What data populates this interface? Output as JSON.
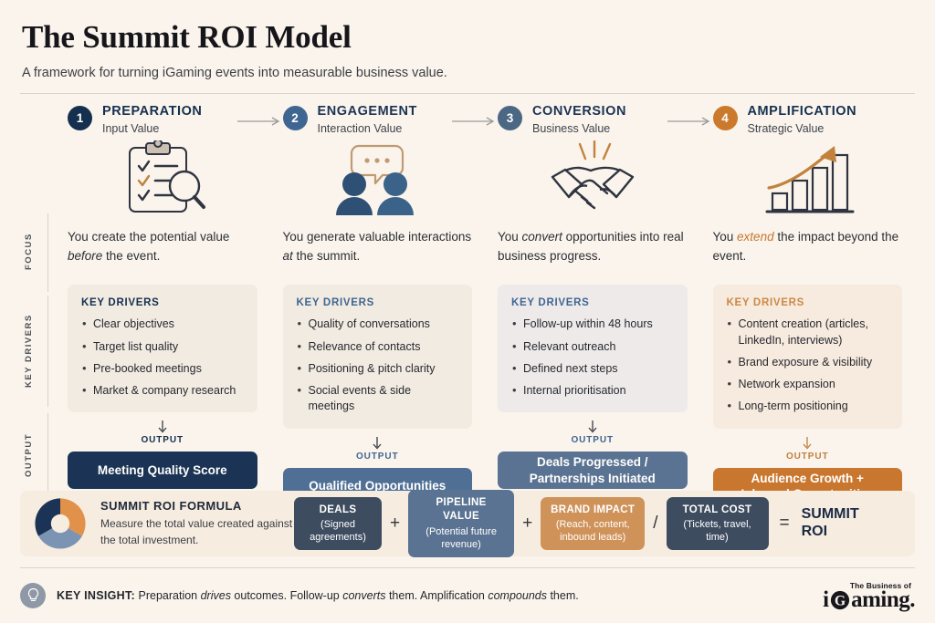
{
  "header": {
    "title": "The Summit ROI Model",
    "subtitle": "A framework for turning iGaming events into measurable business value."
  },
  "row_labels": {
    "focus": "FOCUS",
    "key_drivers": "KEY DRIVERS",
    "output": "OUTPUT"
  },
  "labels": {
    "key_drivers_heading": "KEY DRIVERS",
    "output_heading": "OUTPUT"
  },
  "colors": {
    "navy": "#1b3354",
    "steel": "#4f6f95",
    "slate": "#5b7392",
    "orange": "#c9772f",
    "page_bg": "#faf4ec",
    "card_neutral": "#f2ebe2",
    "card_warm": "#f7eade"
  },
  "stages": [
    {
      "number": "1",
      "name": "PREPARATION",
      "subtitle": "Input Value",
      "badge_color": "#15304f",
      "name_color": "#15304f",
      "icon": "clipboard-checklist-magnifier-icon",
      "focus_pre": "You create the potential value ",
      "focus_em": "before",
      "focus_post": " the event.",
      "drivers_bg": "#f2ebe2",
      "drivers_heading_color": "#15304f",
      "drivers": [
        "Clear objectives",
        "Target list quality",
        "Pre-booked meetings",
        "Market & company research"
      ],
      "output_label_color": "#15304f",
      "output_text": "Meeting Quality Score",
      "output_bg": "#1b3354"
    },
    {
      "number": "2",
      "name": "ENGAGEMENT",
      "subtitle": "Interaction Value",
      "badge_color": "#3f6691",
      "name_color": "#1b3354",
      "icon": "two-people-speech-bubble-icon",
      "focus_pre": "You generate valuable interactions ",
      "focus_em": "at",
      "focus_post": " the summit.",
      "drivers_bg": "#f2ebe2",
      "drivers_heading_color": "#3f6691",
      "drivers": [
        "Quality of conversations",
        "Relevance of contacts",
        "Positioning & pitch clarity",
        "Social events & side meetings"
      ],
      "output_label_color": "#3f6691",
      "output_text": "Qualified Opportunities",
      "output_bg": "#4f6f95"
    },
    {
      "number": "3",
      "name": "CONVERSION",
      "subtitle": "Business Value",
      "badge_color": "#4b6784",
      "name_color": "#1b3354",
      "icon": "handshake-icon",
      "focus_pre": "You ",
      "focus_em": "convert",
      "focus_post": " opportunities into real business progress.",
      "drivers_bg": "#eeeaea",
      "drivers_heading_color": "#3f6691",
      "drivers": [
        "Follow-up within 48 hours",
        "Relevant outreach",
        "Defined next steps",
        "Internal prioritisation"
      ],
      "output_label_color": "#3f6691",
      "output_text": "Deals Progressed /\nPartnerships Initiated",
      "output_bg": "#5b7392"
    },
    {
      "number": "4",
      "name": "AMPLIFICATION",
      "subtitle": "Strategic Value",
      "badge_color": "#cb7a2d",
      "name_color": "#15304f",
      "icon": "growth-bar-chart-arrow-icon",
      "focus_pre": "You ",
      "focus_em": "extend",
      "focus_post": " the impact beyond the event.",
      "drivers_bg": "#f7eade",
      "drivers_heading_color": "#cb8a46",
      "drivers": [
        "Content creation (articles, LinkedIn, interviews)",
        "Brand exposure & visibility",
        "Network expansion",
        "Long-term positioning"
      ],
      "output_label_color": "#c08041",
      "output_text": "Audience Growth +\nInbound Opportunities",
      "output_bg": "#c9772f"
    }
  ],
  "formula": {
    "heading": "SUMMIT ROI FORMULA",
    "description": "Measure the total value created against the total investment.",
    "donut_segments": [
      {
        "name": "navy-segment",
        "color": "#1b3354"
      },
      {
        "name": "orange-segment",
        "color": "#e1914a"
      },
      {
        "name": "slate-segment",
        "color": "#7b94b3"
      }
    ],
    "terms": [
      {
        "title": "DEALS",
        "subtitle": "(Signed agreements)",
        "bg": "#3e4c60",
        "operator_after": "+"
      },
      {
        "title": "PIPELINE VALUE",
        "subtitle": "(Potential future revenue)",
        "bg": "#5b7392",
        "operator_after": "+"
      },
      {
        "title": "BRAND IMPACT",
        "subtitle": "(Reach, content, inbound leads)",
        "bg": "#cf9259",
        "operator_after": "/"
      },
      {
        "title": "TOTAL COST",
        "subtitle": "(Tickets, travel, time)",
        "bg": "#3e4c60",
        "operator_after": "="
      }
    ],
    "result": "SUMMIT ROI"
  },
  "insight": {
    "icon": "lightbulb-icon",
    "label": "KEY INSIGHT:",
    "part1": " Preparation ",
    "em1": "drives",
    "part2": " outcomes. Follow-up ",
    "em2": "converts",
    "part3": " them. Amplification ",
    "em3": "compounds",
    "part4": " them."
  },
  "logo": {
    "tagline": "The Business of",
    "prefix": "i",
    "word": "aming.",
    "mark": "g-logo-mark"
  }
}
